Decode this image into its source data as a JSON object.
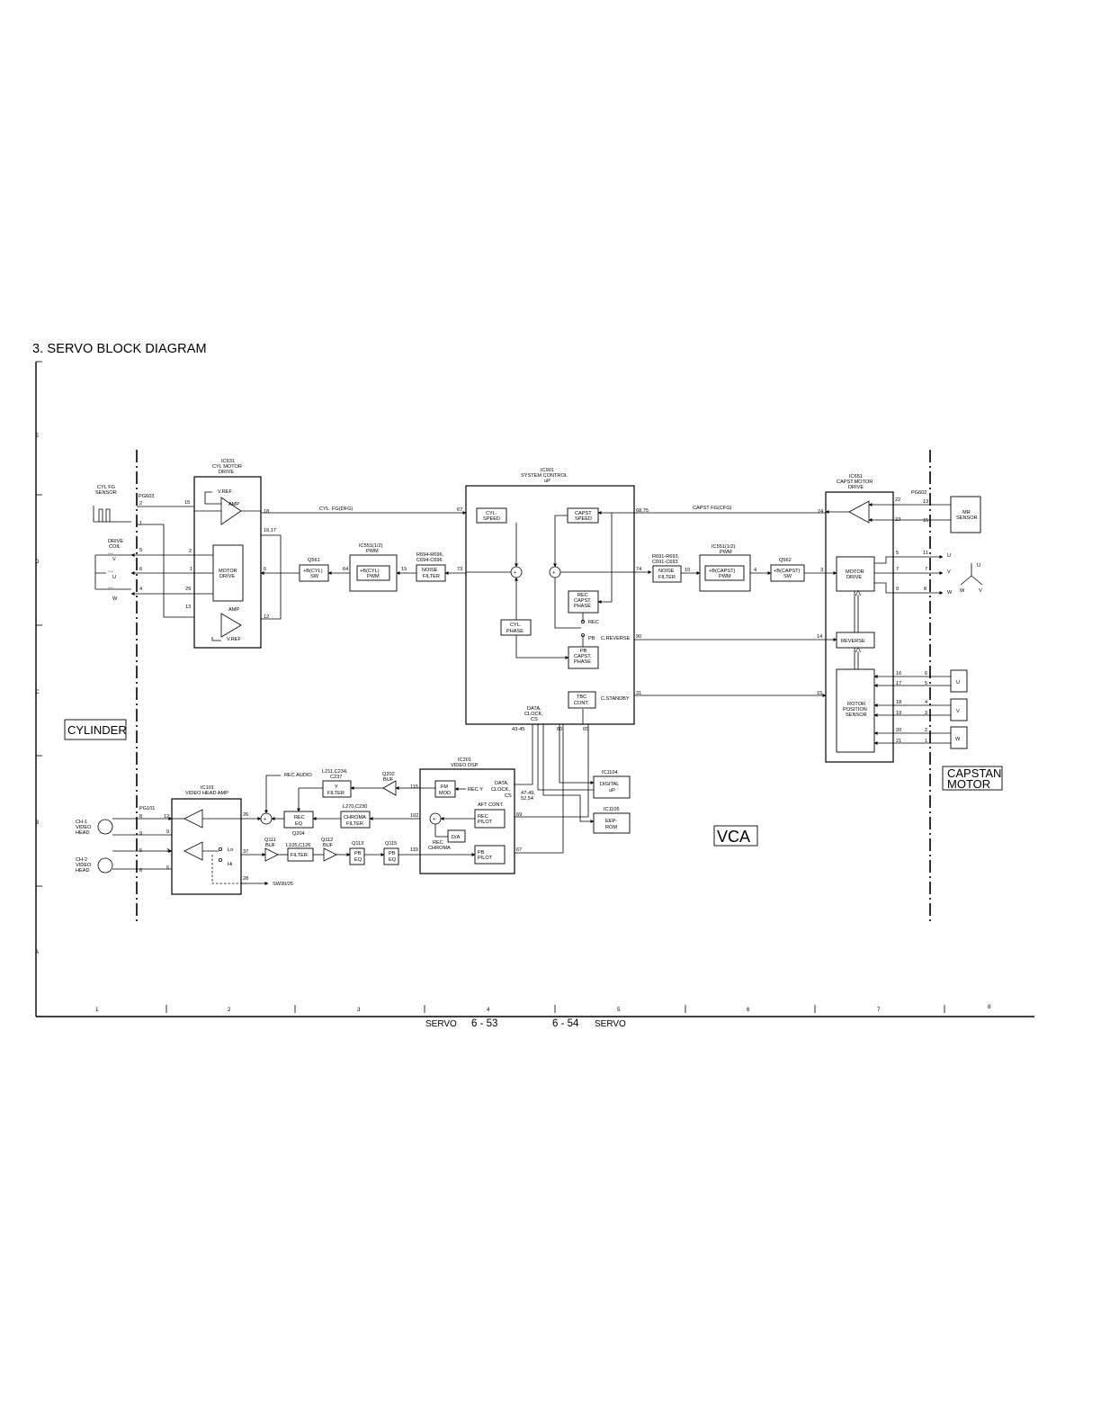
{
  "page_title": "3. SERVO BLOCK DIAGRAM",
  "footer": {
    "left_label": "SERVO",
    "left_page": "6 - 53",
    "right_page": "6 - 54",
    "right_label": "SERVO"
  },
  "grid": {
    "rows": [
      "E",
      "D",
      "C",
      "B",
      "A"
    ],
    "cols": [
      "1",
      "2",
      "3",
      "4",
      "5",
      "6",
      "7",
      "8"
    ]
  },
  "sections": {
    "cylinder": "CYLINDER",
    "vca": "VCA",
    "capstan_1": "CAPSTAN",
    "capstan_2": "MOTOR"
  },
  "ic631": {
    "ref": "IC631",
    "name1": "CYL MOTOR",
    "name2": "DRIVE",
    "vref": "V.REF",
    "amp": "AMP",
    "motor1": "MOTOR",
    "motor2": "DRIVE",
    "amp2": "AMP",
    "vref2": "V.REF"
  },
  "cyl_left": {
    "fg1": "CYL FG",
    "fg2": "SENSOR",
    "pg603": "PG603",
    "coil1": "DRIVE",
    "coil2": "COIL",
    "v": "V",
    "u": "U",
    "w": "W"
  },
  "ic901": {
    "ref": "IC901",
    "name": "SYSTEM CONTROL",
    "sub": "uP",
    "cyl_speed1": "CYL.",
    "cyl_speed2": "SPEED",
    "capst_speed1": "CAPST",
    "capst_speed2": "SPEED",
    "rec_capst1": "REC",
    "rec_capst2": "CAPST.",
    "rec_capst3": "PHASE",
    "cyl_phase1": "CYL.",
    "cyl_phase2": "PHASE",
    "pb_capst1": "PB",
    "pb_capst2": "CAPST.",
    "pb_capst3": "PHASE",
    "tbc1": "TBC",
    "tbc2": "CONT.",
    "rec": "REC",
    "pb": "PB"
  },
  "signals": {
    "cyl_fg": "CYL. FG(DFG)",
    "capst_fg": "CAPST FG(CFG)",
    "c_reverse": "C.REVERSE",
    "c_standby": "C.STANDBY",
    "data1": "DATA,",
    "data2": "CLOCK,",
    "data3": "CS",
    "rec_audio": "REC AUDIO",
    "rec_y": "REC Y",
    "sw3025": "SW30/25",
    "rec_chroma1": "REC",
    "rec_chroma2": "CHROMA",
    "aft": "AFT CONT.",
    "data_b1": "DATA,",
    "data_b2": "CLOCK,",
    "data_b3": "CS"
  },
  "cyl_chain": {
    "q561": "Q561",
    "sw1": "+B(CYL)",
    "sw2": "SW",
    "ic551a1": "IC551(1/2)",
    "ic551a2": "PWM",
    "pwm1": "+B(CYL)",
    "pwm2": "PWM",
    "r1": "R694-R696,",
    "r2": "C694-C696",
    "nf1": "NOISE",
    "nf2": "FILTER"
  },
  "cap_chain": {
    "r1": "R691-R693,",
    "r2": "C691-C693",
    "nf1": "NOISE",
    "nf2": "FILTER",
    "ic551b1": "IC551(1/2)",
    "ic551b2": "PWM",
    "pwm1": "+B(CAPST)",
    "pwm2": "PWM",
    "q562": "Q562",
    "sw1": "+B(CAPST)",
    "sw2": "SW"
  },
  "ic651": {
    "ref": "IC651",
    "name1": "CAPST.MOTOR",
    "name2": "DRIVE",
    "pg602": "PG602",
    "mr1": "MR",
    "mr2": "SENSOR",
    "motor1": "MOTOR",
    "motor2": "DRIVE",
    "reverse": "REVERSE",
    "rotor1": "ROTOR",
    "rotor2": "POSITION",
    "rotor3": "SENSOR",
    "u": "U",
    "v": "V",
    "w": "W"
  },
  "ic101": {
    "ref": "IC101",
    "name": "VIDEO HEAD AMP",
    "pg101": "PG101",
    "ch1a": "CH-1",
    "ch1b": "VIDEO",
    "ch1c": "HEAD",
    "ch2a": "CH-2",
    "ch2b": "VIDEO",
    "ch2c": "HEAD",
    "lo": "Lo",
    "hi": "Hi"
  },
  "mid_chain": {
    "l211a": "L211,C234,",
    "l211b": "C237",
    "yf1": "Y",
    "yf2": "FILTER",
    "q202a": "Q202",
    "q202b": "BUF",
    "receq1": "REC",
    "receq2": "EQ",
    "q204": "Q204",
    "l270": "L270,C230",
    "cf1": "CHROMA",
    "cf2": "FILTER",
    "q111a": "Q111",
    "q111b": "BUF",
    "l105": "L105,C126",
    "filter": "FILTER",
    "q112a": "Q112",
    "q112b": "BUF",
    "q113": "Q113",
    "pbeq1a": "PB",
    "pbeq1b": "EQ",
    "q115": "Q115",
    "pbeq2a": "PB",
    "pbeq2b": "EQ"
  },
  "ic201": {
    "ref": "IC201",
    "name": "VIDEO DSP",
    "fm1": "FM",
    "fm2": "MOD",
    "da": "D/A",
    "recpilot1": "REC",
    "recpilot2": "PILOT",
    "pbpilot1": "PB",
    "pbpilot2": "PILOT"
  },
  "ic1104": {
    "ref": "IC1104",
    "n1": "DIGITAL",
    "n2": "uP"
  },
  "ic1105": {
    "ref": "IC1105",
    "n1": "EEP-",
    "n2": "ROM"
  },
  "pins": {
    "c15": "15",
    "c18": "18",
    "c1617": "16,17",
    "c2": "2",
    "c1": "1",
    "c6": "6",
    "c29": "29",
    "c13": "13",
    "c12": "12",
    "c64": "64",
    "c15b": "15",
    "u67": "67",
    "u73": "73",
    "u6875": "68,75",
    "u74": "74",
    "u90": "90",
    "u31": "31",
    "u4345": "43-45",
    "u60": "60",
    "u65": "65",
    "pg603_2": "2",
    "pg603_1": "1",
    "pg603_5": "5",
    "pg603_6": "6",
    "pg603_4": "4",
    "k10": "10",
    "k4": "4",
    "k3": "3",
    "m24": "24",
    "m22": "22",
    "m23": "23",
    "m13": "13",
    "m15": "15",
    "m5": "5",
    "m11": "11",
    "m7": "7",
    "m7b": "7",
    "m9": "9",
    "m8": "8",
    "m14": "14",
    "m15b": "15",
    "m16": "16",
    "m6": "6",
    "m17": "17",
    "m5b": "5",
    "m18": "18",
    "m4": "4",
    "m19": "19",
    "m3": "3",
    "m20": "20",
    "m2": "2",
    "m21": "21",
    "m1": "1",
    "h8": "8",
    "h12": "12",
    "h9": "9",
    "h5": "5",
    "h3": "3",
    "h6": "6",
    "h26": "26",
    "h37": "37",
    "h28": "28",
    "d115": "115",
    "d102": "102",
    "d119": "119",
    "d69": "69",
    "d67": "67",
    "d4749a": "47-49,",
    "d4749b": "52,54"
  }
}
